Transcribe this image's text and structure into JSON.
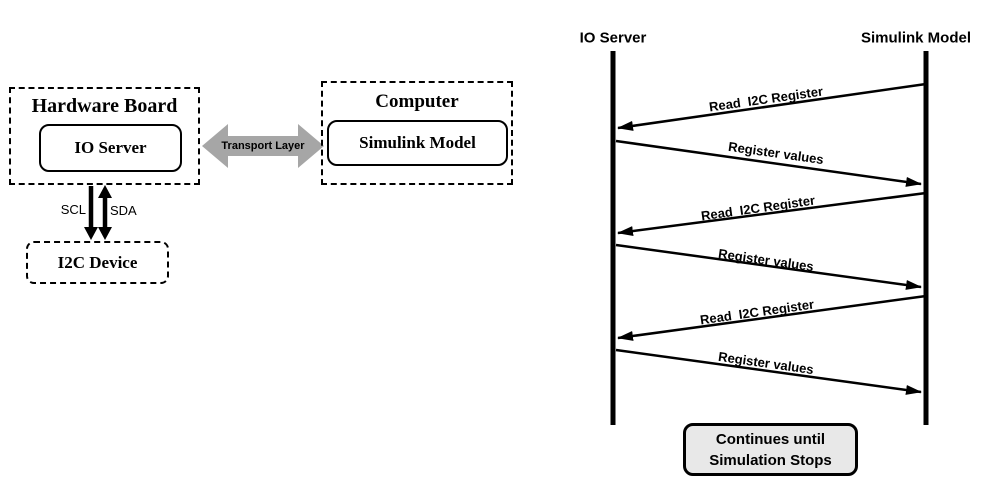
{
  "colors": {
    "ink": "#000000",
    "transport_arrow_gray": "#a6a6a6",
    "note_fill": "#e8e8e8",
    "bg": "#ffffff"
  },
  "block_diagram": {
    "hardware_board": {
      "title": "Hardware Board",
      "inner_box_label": "IO Server"
    },
    "computer": {
      "title": "Computer",
      "inner_box_label": "Simulink Model"
    },
    "i2c_device": {
      "label": "I2C Device"
    },
    "transport_arrow_label": "Transport Layer",
    "bus_labels": {
      "scl": "SCL",
      "sda": "SDA"
    }
  },
  "sequence_diagram": {
    "lifelines": [
      {
        "label": "IO Server"
      },
      {
        "label": "Simulink Model"
      }
    ],
    "messages": [
      {
        "label": "Read  I2C Register",
        "from": "Simulink Model",
        "to": "IO Server",
        "direction": "right-to-left"
      },
      {
        "label": "Register values",
        "from": "IO Server",
        "to": "Simulink Model",
        "direction": "left-to-right"
      },
      {
        "label": "Read  I2C Register",
        "from": "Simulink Model",
        "to": "IO Server",
        "direction": "right-to-left"
      },
      {
        "label": "Register values",
        "from": "IO Server",
        "to": "Simulink Model",
        "direction": "left-to-right"
      },
      {
        "label": "Read  I2C Register",
        "from": "Simulink Model",
        "to": "IO Server",
        "direction": "right-to-left"
      },
      {
        "label": "Register values",
        "from": "IO Server",
        "to": "Simulink Model",
        "direction": "left-to-right"
      }
    ],
    "note": {
      "line1": "Continues until",
      "line2": "Simulation Stops"
    }
  }
}
